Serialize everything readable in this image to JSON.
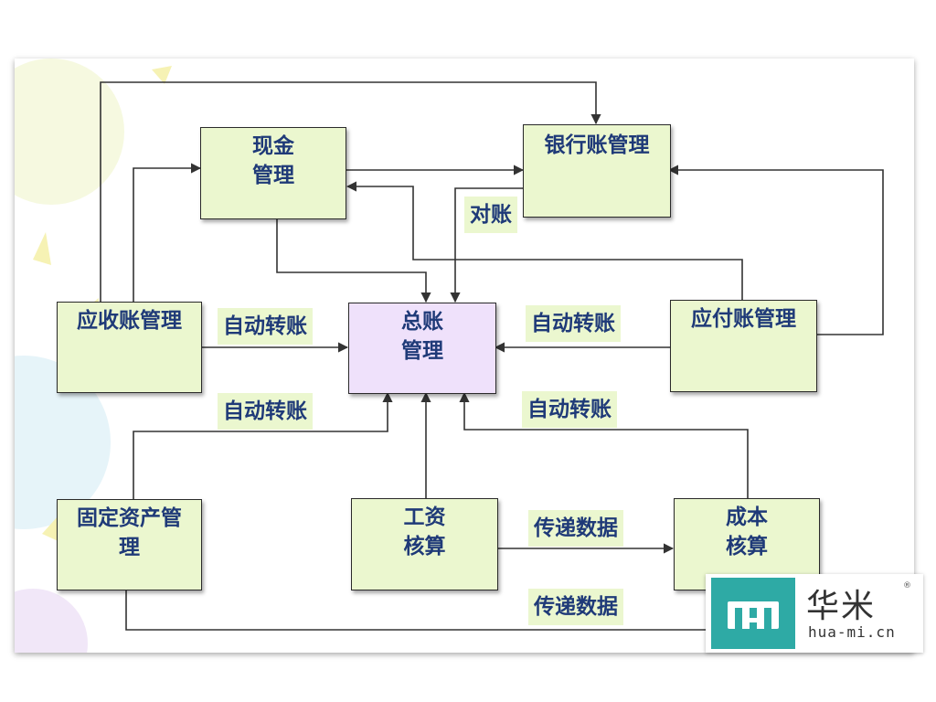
{
  "nodes": {
    "cash": [
      "现金",
      "管理"
    ],
    "bank": [
      "银行账管理"
    ],
    "receivable": [
      "应收账管理"
    ],
    "ledger": [
      "总账",
      "管理"
    ],
    "payable": [
      "应付账管理"
    ],
    "fixed_assets": [
      "固定资产管",
      "理"
    ],
    "payroll": [
      "工资",
      "核算"
    ],
    "cost": [
      "成本",
      "核算"
    ]
  },
  "labels": {
    "reconcile": "对账",
    "auto_transfer_receivable": "自动转账",
    "auto_transfer_payable": "自动转账",
    "auto_transfer_fixed": "自动转账",
    "auto_transfer_cost": "自动转账",
    "pass_data_payroll": "传递数据",
    "pass_data_fixed": "传递数据"
  },
  "logo": {
    "cn": "华米",
    "en": "hua-mi.cn",
    "reg": "®"
  },
  "colors": {
    "box_fill": "#ebf7cf",
    "center_fill": "#efe1fb",
    "text": "#1f3a78",
    "logo_teal": "#2eaaa5"
  }
}
